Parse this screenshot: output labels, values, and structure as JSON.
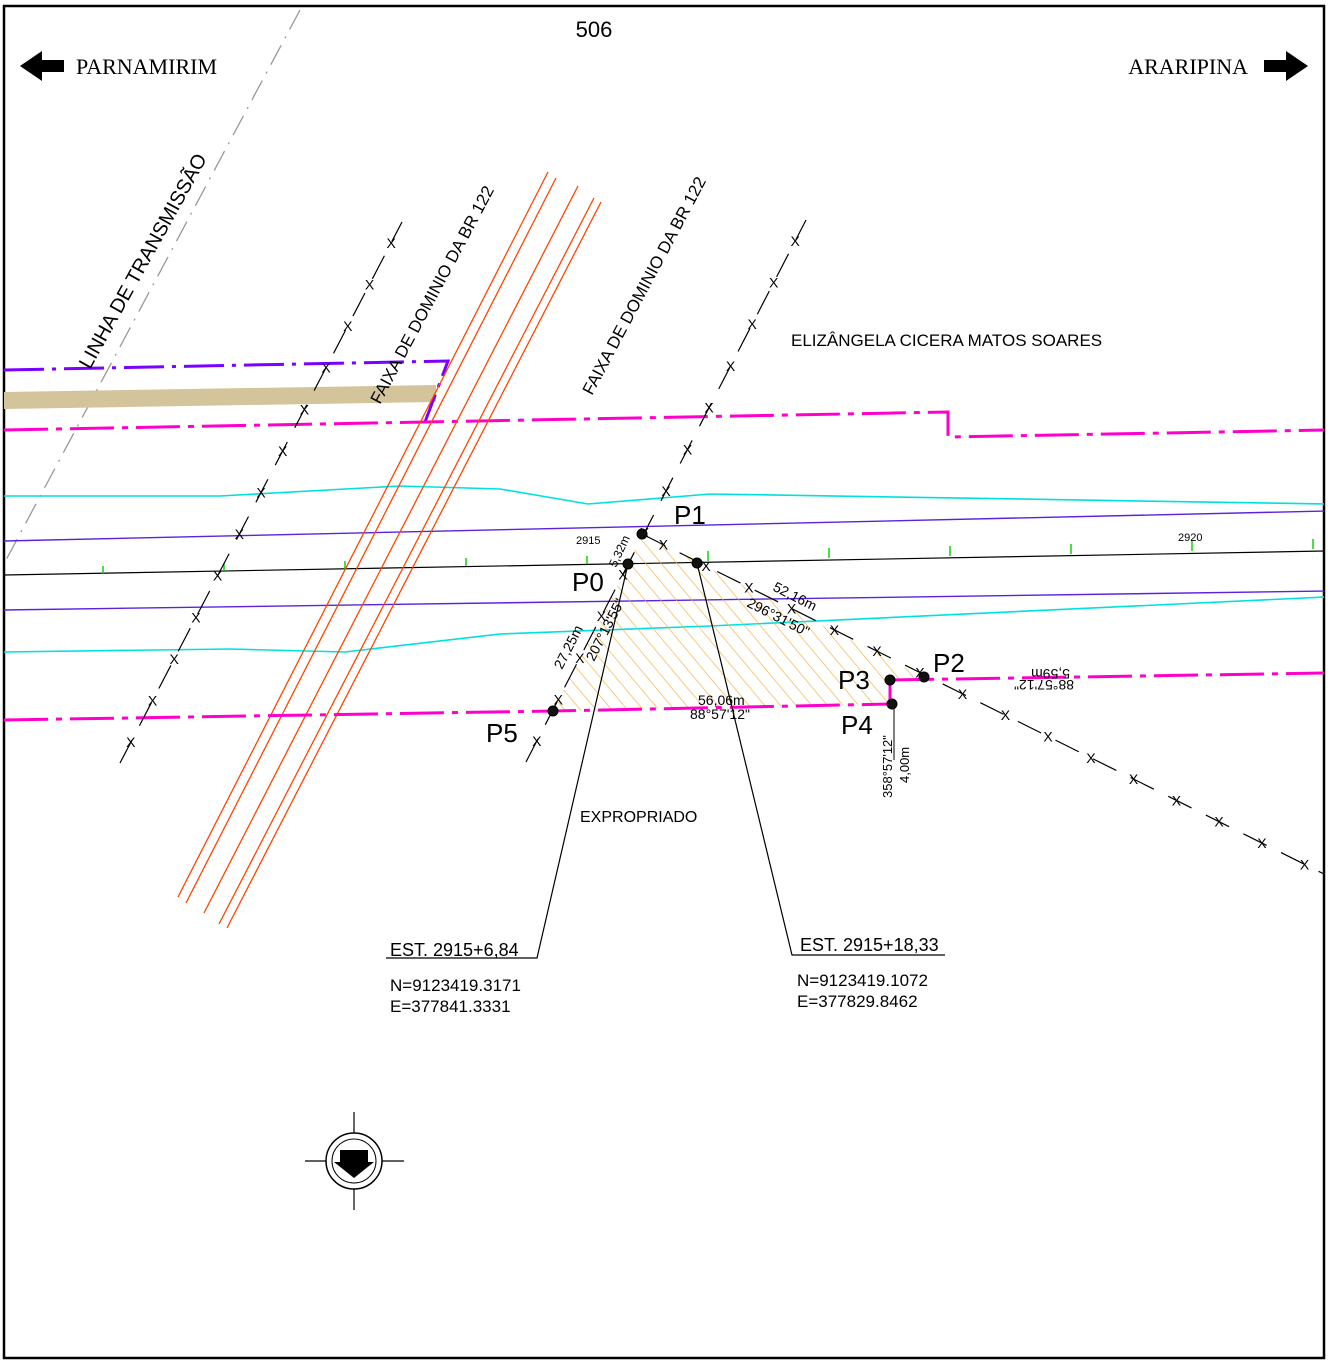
{
  "sheet": {
    "number": "506"
  },
  "directions": {
    "left": "PARNAMIRIM",
    "right": "ARARIPINA"
  },
  "labels": {
    "transmission_line": "LINHA DE TRANSMISSÃO",
    "row_left": "FAIXA DE DOMINIO DA BR 122",
    "row_right": "FAIXA DE DOMINIO DA BR 122",
    "owner": "ELIZÂNGELA CICERA MATOS SOARES",
    "expropriated": "EXPROPRIADO"
  },
  "stations": {
    "s2915": "2915",
    "s2920": "2920"
  },
  "points": {
    "p0": "P0",
    "p1": "P1",
    "p2": "P2",
    "p3": "P3",
    "p4": "P4",
    "p5": "P5"
  },
  "dimensions": {
    "p0_p1_dist": "5,32m",
    "p1_p2_dist": "52,16m",
    "p1_p2_bearing": "296°31'50\"",
    "p5_p0_dist": "27,25m",
    "p5_p0_bearing": "207°13'55\"",
    "p4_p5_dist": "56,06m",
    "p4_p5_bearing": "88°57'12\"",
    "p2_p3_dist": "5,59m",
    "p2_p3_bearing": "88°57'12\"",
    "p3_p4_dist": "4,00m",
    "p3_p4_bearing": "358°57'12\""
  },
  "station_callouts": {
    "left": {
      "station": "EST. 2915+6,84",
      "north": "N=9123419.3171",
      "east": "E=377841.3331"
    },
    "right": {
      "station": "EST. 2915+18,33",
      "north": "N=9123419.1072",
      "east": "E=377829.8462"
    }
  },
  "fence_marker": "X",
  "colors": {
    "property_line": "#ff00cc",
    "transmission": "#7a00ff",
    "road_edge_blue": "#5a22e0",
    "road_cyan": "#00e0e0",
    "road_orange": "#ff4500",
    "hatch": "#f0b040",
    "tan_band": "#d4c49c",
    "station_tick": "#00cc00"
  },
  "icons": {
    "north_arrow": "north-arrow-icon",
    "left_arrow": "arrow-left-icon",
    "right_arrow": "arrow-right-icon"
  }
}
